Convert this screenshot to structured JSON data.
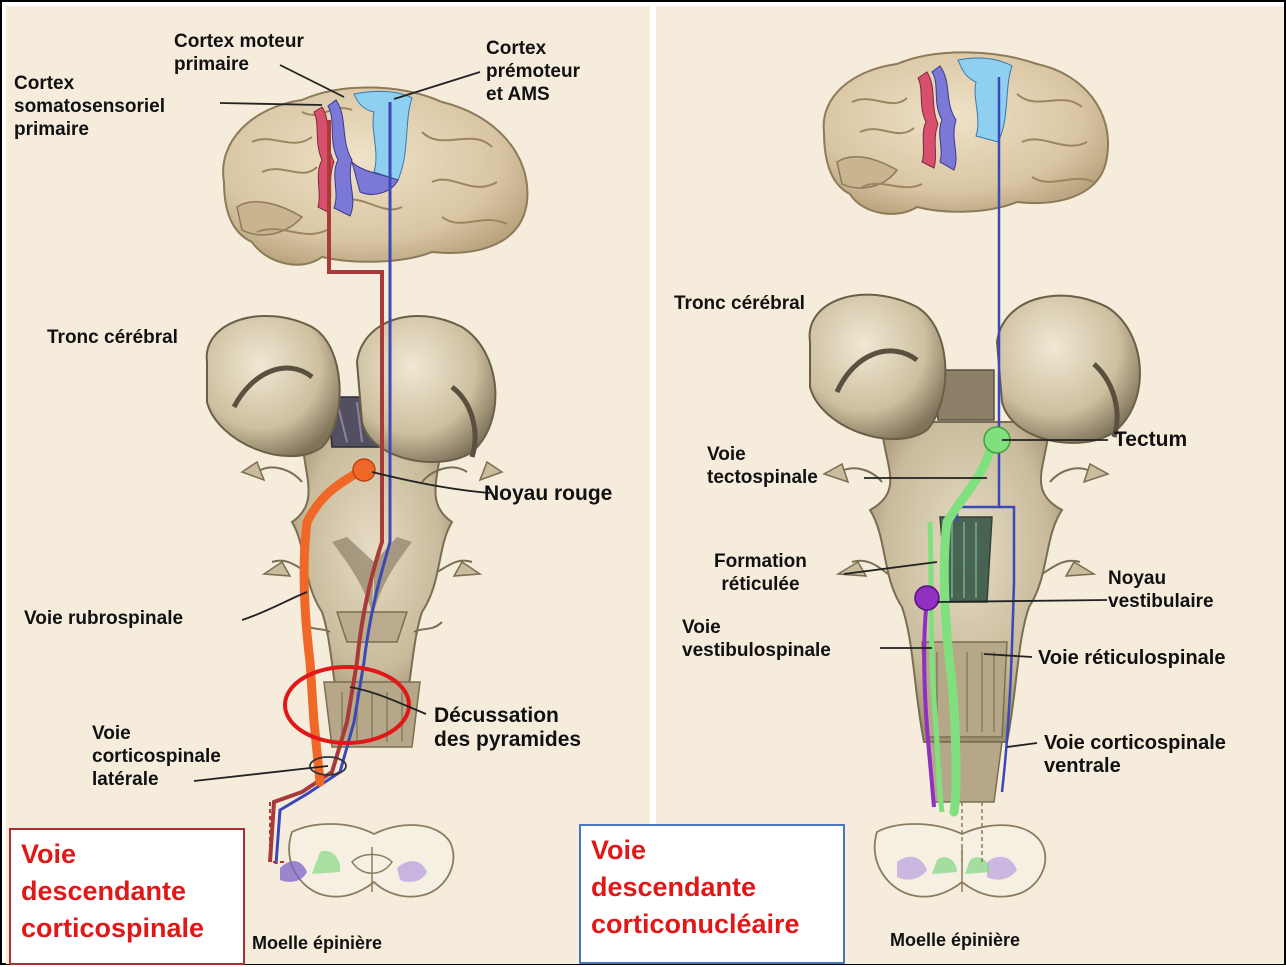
{
  "left_panel": {
    "labels": {
      "cortex_moteur": "Cortex moteur\nprimaire",
      "cortex_somatosensoriel": "Cortex\nsomatosensoriel\nprimaire",
      "cortex_premoteur": "Cortex\nprémoteur\net AMS",
      "tronc_cerebral": "Tronc cérébral",
      "noyau_rouge": "Noyau rouge",
      "voie_rubrospinale": "Voie rubrospinale",
      "decussation": "Décussation\ndes pyramides",
      "voie_corticospinale_laterale": "Voie\ncorticospinale\nlatérale",
      "moelle": "Moelle épinière"
    },
    "caption": [
      "Voie",
      "descendante",
      "corticospinale"
    ]
  },
  "right_panel": {
    "labels": {
      "tronc_cerebral": "Tronc cérébral",
      "tectum": "Tectum",
      "voie_tectospinale": "Voie\ntectospinale",
      "formation_reticulee": "Formation\nréticulée",
      "noyau_vestibulaire": "Noyau\nvestibulaire",
      "voie_vestibulospinale": "Voie\nvestibulospinale",
      "voie_reticulospinale": "Voie réticulospinale",
      "voie_corticospinale_ventrale": "Voie corticospinale\nventrale",
      "moelle": "Moelle épinière"
    },
    "caption": [
      "Voie",
      "descendante",
      "corticonucléaire"
    ]
  },
  "colors": {
    "panel_bg": "#f5ecdc",
    "motor_cortex": "#7b78d8",
    "somatosensory_cortex": "#d8506e",
    "premotor_cortex": "#8fd0f0",
    "corticospinal_red": "#a83a3a",
    "corticospinal_blue": "#3a48b8",
    "rubrospinal": "#f06828",
    "tectospinal": "#80e080",
    "vestibular": "#9030c0",
    "highlight_circle": "#e01818"
  }
}
